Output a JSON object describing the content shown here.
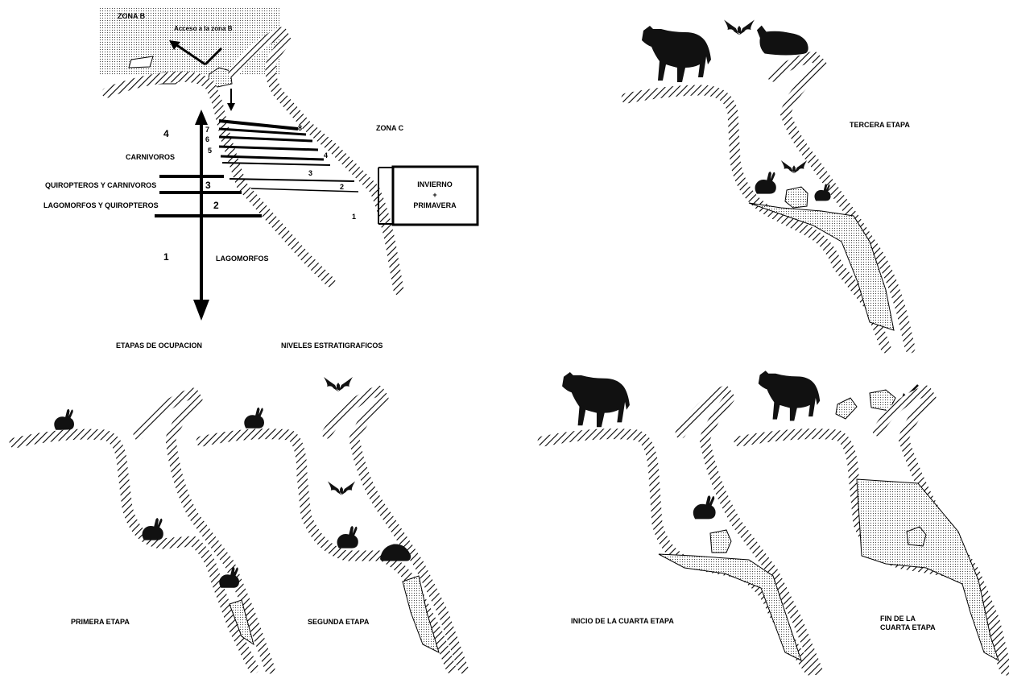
{
  "topleft": {
    "zona_b": "ZONA B",
    "acceso": "Acceso a la zona B",
    "zona_c": "ZONA C",
    "stage_numbers": [
      "4",
      "3",
      "2",
      "1"
    ],
    "stage_labels": [
      "CARNIVOROS",
      "QUIROPTEROS Y CARNIVOROS",
      "LAGOMORFOS Y QUIROPTEROS",
      "LAGOMORFOS"
    ],
    "level_numbers": [
      "7",
      "6",
      "5",
      "8",
      "4",
      "3",
      "2",
      "1"
    ],
    "box_line1": "INVIERNO",
    "box_line2": "+",
    "box_line3": "PRIMAVERA",
    "axis_left": "ETAPAS DE OCUPACION",
    "axis_right": "NIVELES ESTRATIGRAFICOS"
  },
  "panels": {
    "tercera": "TERCERA ETAPA",
    "primera": "PRIMERA ETAPA",
    "segunda": "SEGUNDA ETAPA",
    "inicio_cuarta": "INICIO DE LA CUARTA ETAPA",
    "fin_cuarta_1": "FIN DE LA",
    "fin_cuarta_2": "CUARTA ETAPA"
  },
  "icons": [
    "wolf-icon",
    "fox-icon",
    "bat-icon",
    "rabbit-icon",
    "hedgehog-icon",
    "rock-icon",
    "arrow-icon"
  ]
}
